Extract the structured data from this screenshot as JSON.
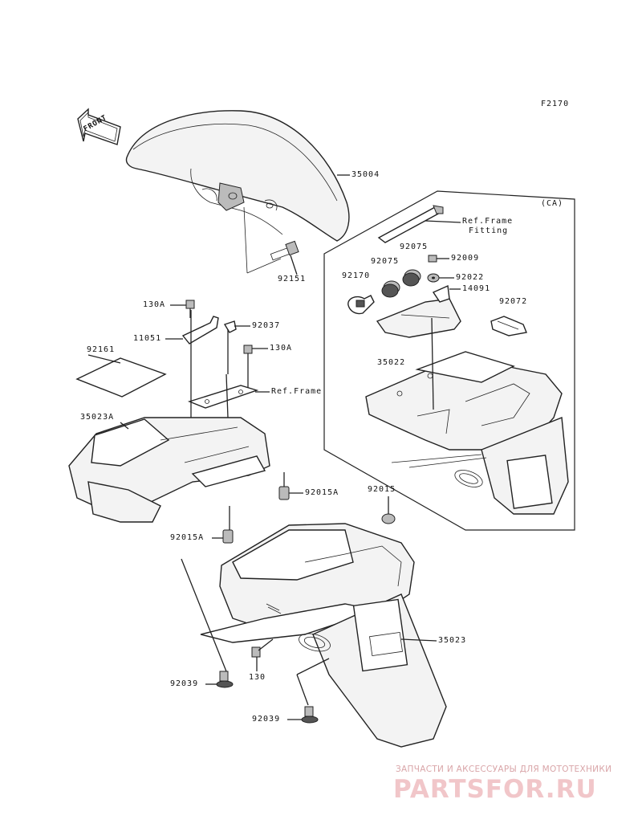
{
  "figure_code": "F2170",
  "front_arrow": "FRONT",
  "variant_box_label": "(CA)",
  "callouts": {
    "front_fender": "35004",
    "bolt_92151": "92151",
    "bolt_130a_top": "130A",
    "bracket_11051": "11051",
    "clamp_92037": "92037",
    "bolt_130a_right": "130A",
    "pad_92161": "92161",
    "ref_frame_left": "Ref.Frame",
    "undertray_35023a": "35023A",
    "collar_92015a_right": "92015A",
    "collar_92015a_left": "92015A",
    "washer_92015": "92015",
    "rear_fender_35023": "35023",
    "bolt_130": "130",
    "rivet_92039_left": "92039",
    "rivet_92039_bottom": "92039",
    "ca_ref_frame_line1": "Ref.Frame",
    "ca_ref_frame_line2": "Fitting",
    "ca_grommet_92075_a": "92075",
    "ca_grommet_92075_b": "92075",
    "ca_bolt_92009": "92009",
    "ca_clamp_92170": "92170",
    "ca_washer_92022": "92022",
    "ca_bracket_14091": "14091",
    "ca_clip_92072": "92072",
    "ca_rear_fender_35022": "35022"
  },
  "watermark": {
    "tagline": "ЗАПЧАСТИ И АКСЕССУАРЫ ДЛЯ МОТОТЕХНИКИ",
    "brand": "PARTSFOR.RU"
  },
  "colors": {
    "line": "#222222",
    "watermark": "#f1c6c9",
    "watermark_tagline": "#d9a5a8"
  }
}
